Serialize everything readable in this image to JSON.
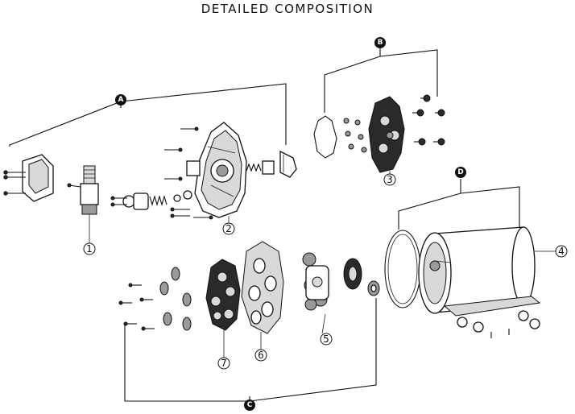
{
  "title": "DETAILED COMPOSITION",
  "groups": [
    "A",
    "B",
    "C",
    "D"
  ],
  "parts": [
    "1",
    "2",
    "3",
    "4",
    "5",
    "6",
    "7"
  ]
}
